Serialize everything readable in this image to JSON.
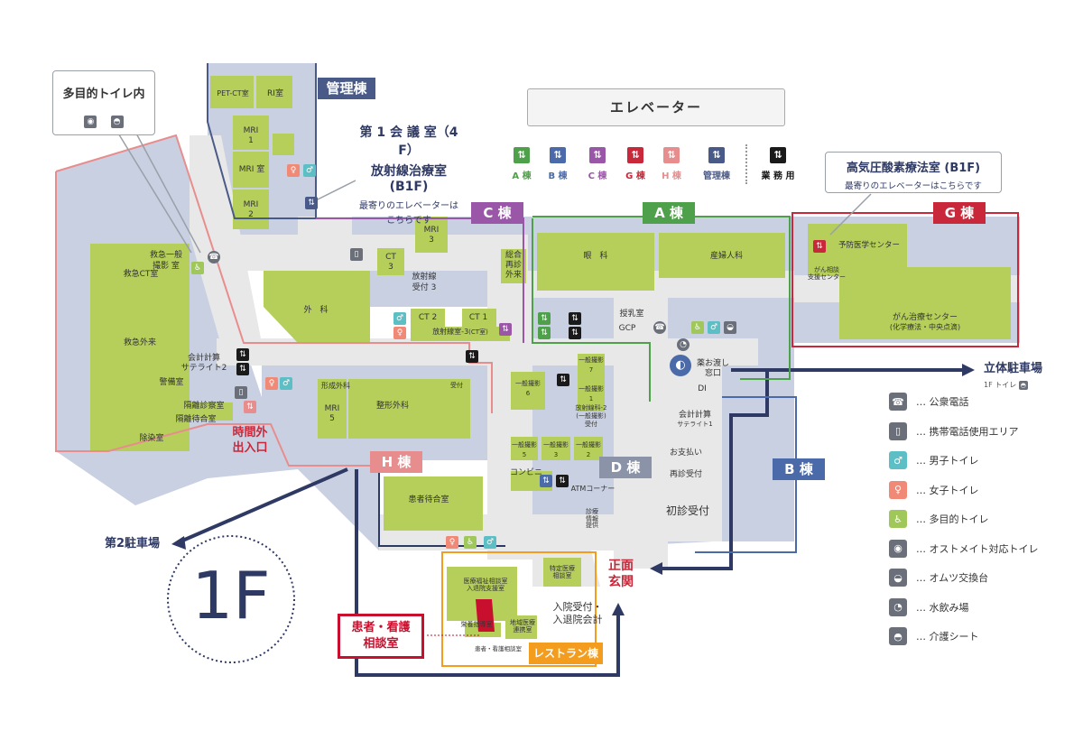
{
  "floor_label": "1F",
  "colors": {
    "building_fill": "#c9d0e2",
    "corridor": "#e8e8e8",
    "room_green": "#b5cf5a",
    "c_wing": "#9a57a8",
    "a_wing": "#4fa04a",
    "g_wing": "#c8283a",
    "h_wing": "#e88d8d",
    "d_wing": "#8a93a8",
    "b_wing": "#4a6aaa",
    "admin": "#4a5a88",
    "restaurant": "#f39c1e",
    "arrow": "#2f3a64",
    "consult": "#c8102e"
  },
  "wings": {
    "admin": "管理棟",
    "c": "C 棟",
    "a": "A 棟",
    "g": "G 棟",
    "h": "H 棟",
    "d": "D 棟",
    "b": "B 棟",
    "restaurant": "レストラン棟"
  },
  "elevator_legend": {
    "title": "エレベーター",
    "items": [
      {
        "label": "A 棟",
        "color": "#4fa04a"
      },
      {
        "label": "B 棟",
        "color": "#4a6aaa"
      },
      {
        "label": "C 棟",
        "color": "#9a57a8"
      },
      {
        "label": "G 棟",
        "color": "#c8283a"
      },
      {
        "label": "H 棟",
        "color": "#e88d8d"
      },
      {
        "label": "管理棟",
        "color": "#4a5a88"
      },
      {
        "label": "業 務 用",
        "color": "#1a1a1a"
      }
    ]
  },
  "callouts": {
    "multipurpose_toilet": "多目的トイレ内",
    "conference_line1": "第 1 会 議 室（4 F）",
    "conference_line2": "放射線治療室 (B1F)",
    "conference_line3": "最寄りのエレベーターは",
    "conference_line4": "こちらです",
    "hyperbaric_line1": "高気圧酸素療法室 (B1F)",
    "hyperbaric_line2": "最寄りのエレベーターはこちらです"
  },
  "rooms": {
    "pet_ct": "PET-CT室",
    "ri": "RI室",
    "mri1": "MRI\n1",
    "mri_room": "MRI 室",
    "mri2": "MRI\n2",
    "mri3": "MRI\n3",
    "mri5": "MRI\n5",
    "ct3": "CT\n3",
    "ct2": "CT 2",
    "ct1": "CT 1",
    "radiology_reception3": "放射線\n受付 3",
    "radiology_room3": "放射線室-3",
    "radiology_room3_sub": "(CT室)",
    "general_revisit": "総合\n再診\n外来",
    "emergency_xray": "救急一般\n撮影 室",
    "emergency_ct": "救急CT室",
    "surgery": "外　科",
    "emergency_outpatient": "救急外来",
    "accounting_satellite2": "会計計算\nサテライト2",
    "guard_room": "警備室",
    "isolation_exam": "隔離診察室",
    "isolation_waiting": "隔離待合室",
    "decontamination": "除染室",
    "ophthalmology": "眼　科",
    "obgyn": "産婦人科",
    "preventive_medicine": "予防医学センター",
    "cancer_consult": "がん相談\n支援センター",
    "cancer_center": "がん治療センター",
    "cancer_center_sub": "(化学療法・中央点滴)",
    "lactation": "授乳室",
    "gcp": "GCP",
    "medicine_pickup": "薬お渡し\n窓口",
    "di": "DI",
    "accounting_satellite1": "会計計算",
    "accounting_satellite1_sub": "サテライト1",
    "payment": "お支払い",
    "revisit_reception": "再診受付",
    "first_visit_reception": "初診受付",
    "rehab_outpatient": "形成外科",
    "orthopedics": "整形外科",
    "reception": "受付",
    "general_xray6": "一般撮影\n6",
    "general_xray7": "一般撮影\n7",
    "general_xray1": "一般撮影\n1",
    "general_xray5": "一般撮影\n5",
    "general_xray3": "一般撮影\n3",
    "general_xray2": "一般撮影\n2",
    "radiology2_reception": "放射線科-2\n(一般撮影)\n受付",
    "convenience": "コンビニ",
    "atm": "ATMコーナー",
    "patient_waiting": "患者待合室",
    "welfare_consult": "医療福祉相談室\n入退院支援室",
    "nutrition": "栄養指導室",
    "regional_medical": "地域医療\n連携室",
    "consult_room_small": "患者・看護相談室",
    "admission": "入院受付・\n入退院会計",
    "special_consult": "特定医療\n相談室",
    "medical_records": "診療情報\n提供"
  },
  "labels": {
    "after_hours_line1": "時間外",
    "after_hours_line2": "出入口",
    "main_entrance_line1": "正面",
    "main_entrance_line2": "玄関",
    "consult_line1": "患者・看護",
    "consult_line2": "相談室",
    "parking_2": "第2駐車場",
    "parking_tower": "立体駐車場",
    "parking_tower_toilet": "1F トイレ",
    "business_elev": "業"
  },
  "legend": [
    {
      "icon": "phone-icon",
      "glyph": "☎",
      "bg": "#6a6f7a",
      "label": "… 公衆電話"
    },
    {
      "icon": "mobile-icon",
      "glyph": "▯",
      "bg": "#6a6f7a",
      "label": "… 携帯電話使用エリア"
    },
    {
      "icon": "male-toilet-icon",
      "glyph": "♂",
      "bg": "#5bbfc5",
      "label": "… 男子トイレ"
    },
    {
      "icon": "female-toilet-icon",
      "glyph": "♀",
      "bg": "#f08a76",
      "label": "… 女子トイレ"
    },
    {
      "icon": "accessible-toilet-icon",
      "glyph": "♿",
      "bg": "#9fc75a",
      "label": "… 多目的トイレ"
    },
    {
      "icon": "ostomate-icon",
      "glyph": "◉",
      "bg": "#6a6f7a",
      "label": "… オストメイト対応トイレ"
    },
    {
      "icon": "diaper-icon",
      "glyph": "◒",
      "bg": "#6a6f7a",
      "label": "… オムツ交換台"
    },
    {
      "icon": "water-fountain-icon",
      "glyph": "◔",
      "bg": "#6a6f7a",
      "label": "… 水飲み場"
    },
    {
      "icon": "care-sheet-icon",
      "glyph": "◓",
      "bg": "#6a6f7a",
      "label": "… 介護シート"
    }
  ]
}
